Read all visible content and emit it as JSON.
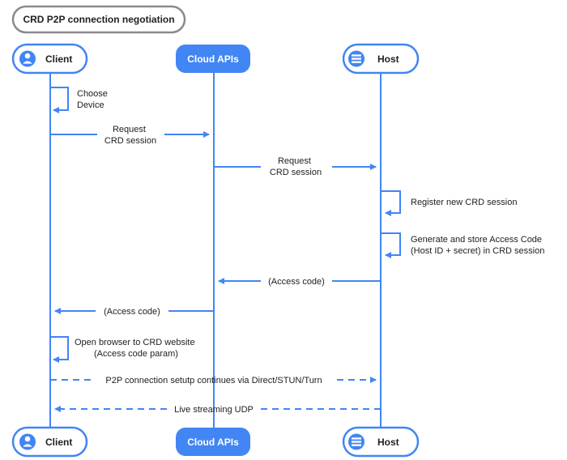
{
  "title": "CRD P2P connection negotiation",
  "colors": {
    "accent": "#4285f4",
    "outline": "#8a8a8a",
    "text": "#202124",
    "background": "#ffffff"
  },
  "participants": {
    "client": {
      "label": "Client",
      "icon": "person-icon"
    },
    "cloud": {
      "label": "Cloud APIs"
    },
    "host": {
      "label": "Host",
      "icon": "server-icon"
    }
  },
  "messages": {
    "choose_device": [
      "Choose",
      "Device"
    ],
    "request_client_cloud": [
      "Request",
      "CRD session"
    ],
    "request_cloud_host": [
      "Request",
      "CRD session"
    ],
    "register_session": [
      "Register new CRD session"
    ],
    "generate_code": [
      "Generate and store Access Code",
      "(Host ID + secret) in CRD session"
    ],
    "access_code_host_cloud": [
      "(Access code)"
    ],
    "access_code_cloud_client": [
      "(Access code)"
    ],
    "open_browser": [
      "Open browser to CRD website",
      "(Access code param)"
    ],
    "p2p_setup": [
      "P2P connection setutp continues via Direct/STUN/Turn"
    ],
    "live_streaming": [
      "Live streaming UDP"
    ]
  }
}
